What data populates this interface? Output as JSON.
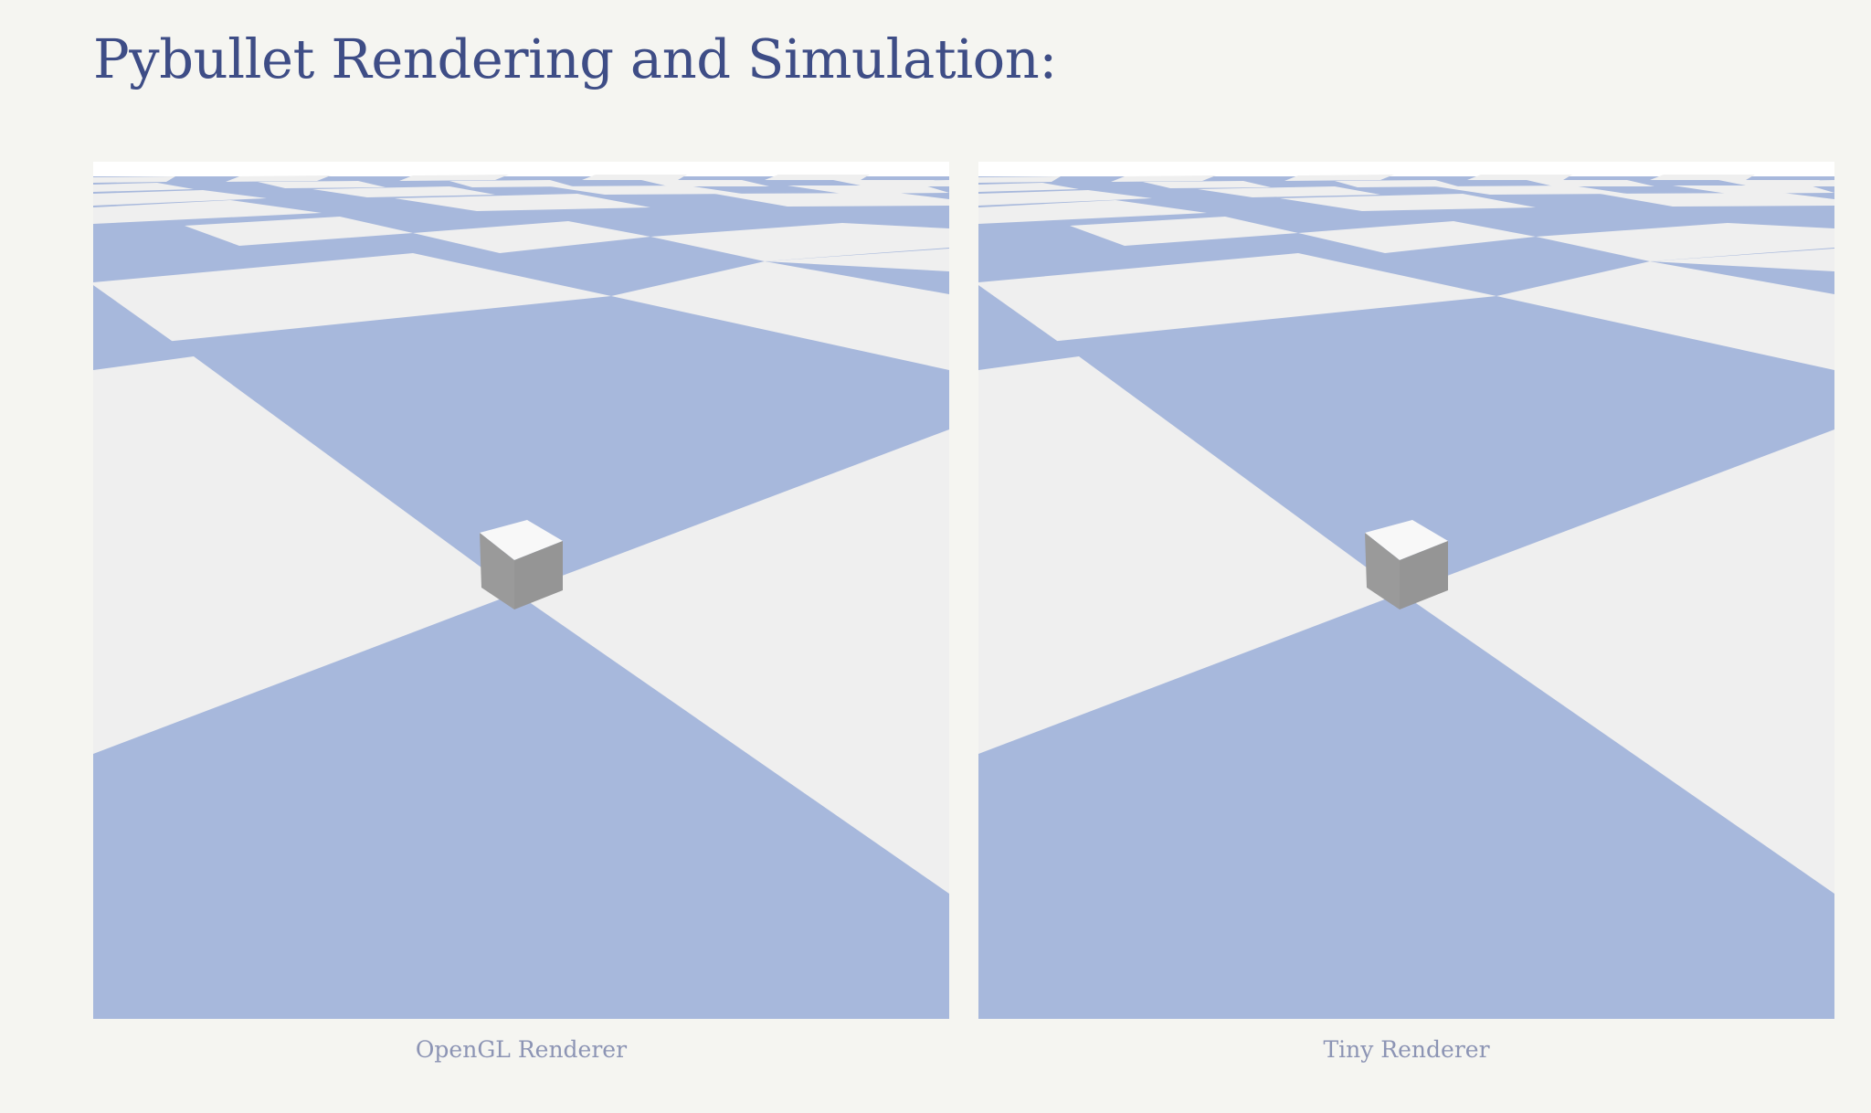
{
  "page": {
    "title": "Pybullet Rendering and Simulation:"
  },
  "panels": [
    {
      "caption": "OpenGL Renderer"
    },
    {
      "caption": "Tiny Renderer"
    }
  ],
  "colors": {
    "background": "#f5f5f1",
    "title": "#3e4d86",
    "caption": "#8c94b4",
    "checker_blue": "#a7b8dc",
    "checker_light": "#efefef",
    "cube_top": "#f8f8f8",
    "cube_side": "#9a9a9a"
  },
  "icons": {
    "scene": "checkerboard-ground-with-cube"
  }
}
